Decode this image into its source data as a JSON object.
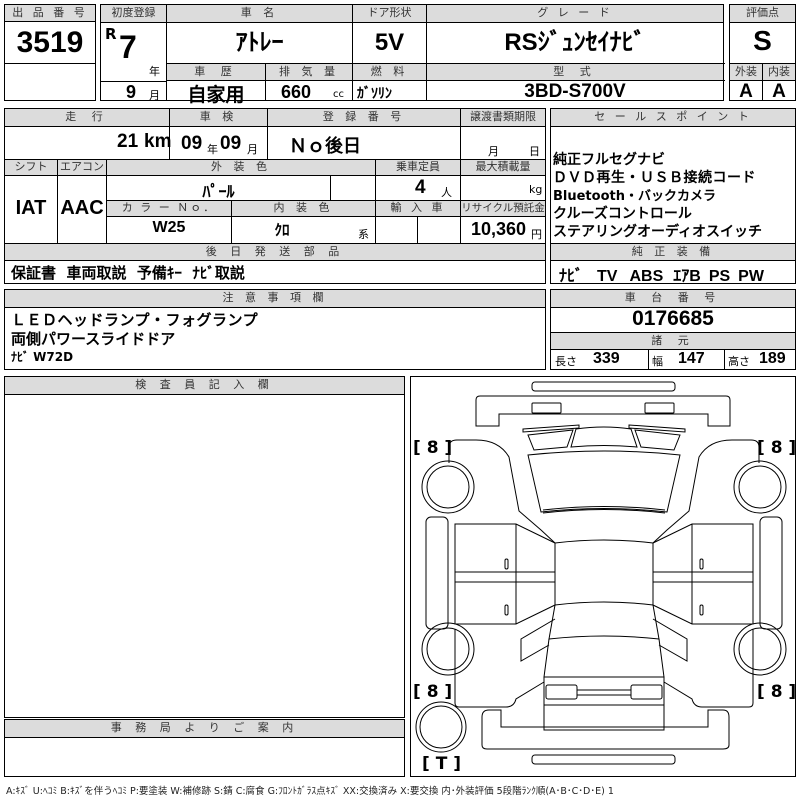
{
  "lot": {
    "label": "出 品 番 号",
    "number": "3519"
  },
  "first_registration": {
    "label": "初度登録",
    "era": "R",
    "year": "7",
    "year_unit": "年",
    "month": "9",
    "month_unit": "月"
  },
  "car_name": {
    "label": "車 名",
    "value": "ｱﾄﾚｰ"
  },
  "door": {
    "label": "ドア形状",
    "value": "5V"
  },
  "grade": {
    "label": "グ レ ー ド",
    "value": "RSｼﾞｭﾝｾｲﾅﾋﾞ"
  },
  "score": {
    "label": "評価点",
    "value": "S",
    "exterior_label": "外装",
    "interior_label": "内装",
    "exterior": "A",
    "interior": "A"
  },
  "history": {
    "label": "車 歴",
    "value": "自家用"
  },
  "displacement": {
    "label": "排 気 量",
    "value": "660",
    "unit": "cc"
  },
  "fuel": {
    "label": "燃 料",
    "value": "ｶﾞｿﾘﾝ"
  },
  "model": {
    "label": "型 式",
    "value": "3BD-S700V"
  },
  "mileage": {
    "label": "走 行",
    "value": "21",
    "unit": "km"
  },
  "inspection": {
    "label": "車 検",
    "year": "09",
    "year_unit": "年",
    "month": "09",
    "month_unit": "月"
  },
  "registration_no": {
    "label": "登 録 番 号",
    "value": "Ｎｏ後日"
  },
  "transfer_deadline": {
    "label": "譲渡書類期限",
    "month_unit": "月",
    "day_unit": "日"
  },
  "shift": {
    "label": "シフト",
    "value": "IAT"
  },
  "aircon": {
    "label": "エアコン",
    "value": "AAC"
  },
  "exterior_color": {
    "label": "外 装 色",
    "value": "ﾊﾟｰﾙ"
  },
  "capacity": {
    "label": "乗車定員",
    "value": "4",
    "unit": "人"
  },
  "max_load": {
    "label": "最大積載量",
    "value": "",
    "unit": "kg"
  },
  "color_no": {
    "label": "カ ラ ー Ｎｏ．",
    "value": "W25"
  },
  "interior_color": {
    "label": "内 装 色",
    "value": "ｸﾛ",
    "suffix": "系"
  },
  "import": {
    "label": "輸 入 車"
  },
  "recycle": {
    "label": "リサイクル預託金",
    "value": "10,360",
    "unit": "円"
  },
  "later_parts": {
    "label": "後 日 発 送 部 品",
    "value": "保証書  車両取説  予備ｷｰ  ﾅﾋﾞ取説"
  },
  "sales_points": {
    "label": "セ ー ル ス ポ イ ン ト",
    "lines": [
      "純正フルセグナビ",
      "ＤＶＤ再生・ＵＳＢ接続コード",
      "Bluetooth・バックカメラ",
      "クルーズコントロール",
      "ステアリングオーディオスイッチ"
    ]
  },
  "equipment": {
    "label": "純 正 装 備",
    "items": [
      "ﾅﾋﾞ",
      "TV",
      "ABS",
      "ｴｱB",
      "PS",
      "PW"
    ]
  },
  "notes": {
    "label": "注 意 事 項 欄",
    "lines": [
      "ＬＥＤヘッドランプ・フォグランプ",
      "両側パワースライドドア",
      "ﾅﾋﾞ W72D"
    ]
  },
  "chassis": {
    "label": "車 台 番 号",
    "value": "0176685"
  },
  "specs": {
    "label": "諸 元",
    "length_label": "長さ",
    "length": "339",
    "width_label": "幅",
    "width": "147",
    "height_label": "高さ",
    "height": "189"
  },
  "inspector": {
    "label": "検 査 員 記 入 欄"
  },
  "office": {
    "label": "事 務 局 よ り ご 案 内"
  },
  "diagram": {
    "tire_front_left": "[ 8 ]",
    "tire_front_right": "[ 8 ]",
    "tire_rear_left": "[ 8 ]",
    "tire_rear_right": "[ 8 ]",
    "spare": "[ T ]"
  },
  "legend": "A:ｷｽﾞ  U:ﾍｺﾐ  B:ｷｽﾞを伴うﾍｺﾐ  P:要塗装  W:補修跡  S:錆  C:腐食  G:ﾌﾛﾝﾄｶﾞﾗｽ点ｷｽﾞ  XX:交換済み  X:要交換   内･外装評価  5段階ﾗﾝｸ順(A･B･C･D･E) 1"
}
